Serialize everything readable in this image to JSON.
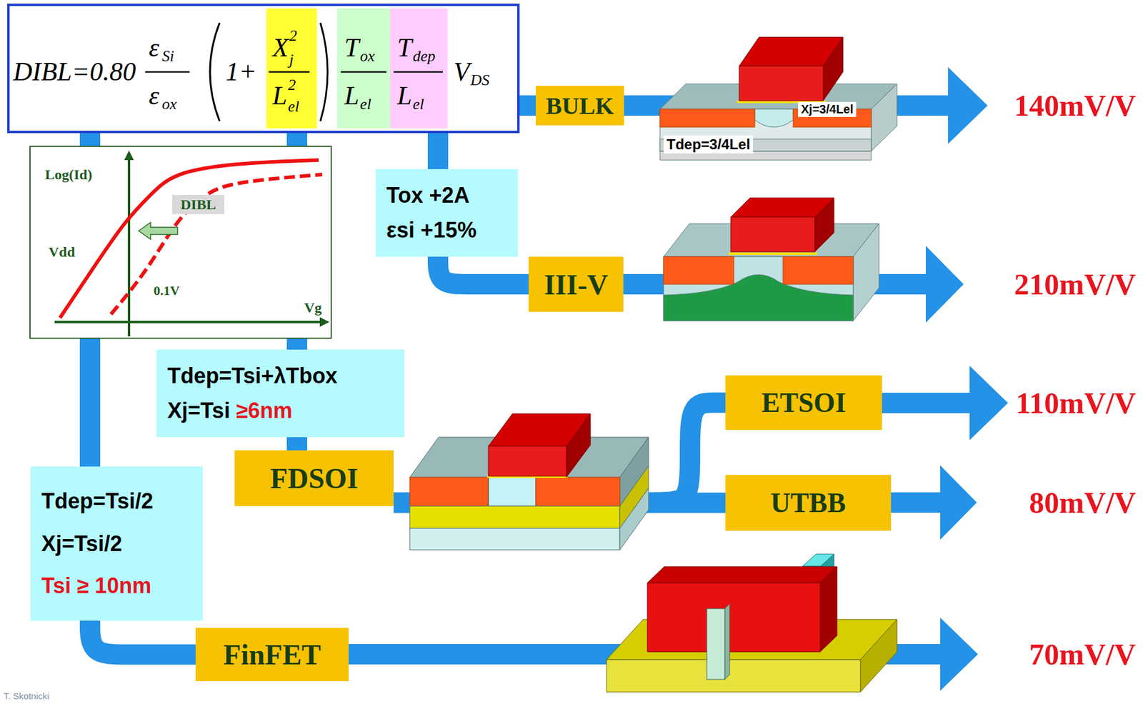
{
  "diagram": {
    "nodes": [
      {
        "text": [
          "DIBL=0.80",
          "ε",
          "Si",
          "ε",
          "ox",
          "1+",
          "X",
          "2",
          "j",
          "L",
          "2",
          "el",
          "T",
          "ox",
          "L",
          "el",
          "T",
          "dep",
          "L",
          "el",
          "V",
          "DS"
        ]
      },
      {
        "text": [
          "BULK"
        ]
      },
      {
        "text": [
          "Tox +2A",
          "εsi +15%"
        ]
      },
      {
        "text": [
          "III-V"
        ]
      },
      {
        "text": [
          "Log(Id)",
          "DIBL",
          "Vdd",
          "0.1V",
          "Vg"
        ]
      },
      {
        "text": [
          "Tdep=Tsi+λTbox",
          "Xj=Tsi",
          "≥6nm"
        ]
      },
      {
        "text": [
          "FDSOI"
        ]
      },
      {
        "text": [
          "ETSOI"
        ]
      },
      {
        "text": [
          "UTBB"
        ]
      },
      {
        "text": [
          "Tdep=Tsi/2",
          "Xj=Tsi/2",
          "Tsi ≥ 10nm"
        ]
      },
      {
        "text": [
          "FinFET"
        ]
      }
    ],
    "edges": [
      {
        "from": 0,
        "to": 1,
        "arrow": "none"
      },
      {
        "from": 0,
        "to": 2,
        "arrow": "none"
      },
      {
        "from": 2,
        "to": 3,
        "arrow": "none"
      },
      {
        "from": 0,
        "to": 4,
        "arrow": "none"
      },
      {
        "from": 0,
        "to": 4,
        "arrow": "none"
      },
      {
        "from": 4,
        "to": 5,
        "arrow": "none"
      },
      {
        "from": 5,
        "to": 6,
        "arrow": "none"
      },
      {
        "from": 6,
        "to": 8,
        "arrow": "none"
      },
      {
        "from": 6,
        "to": 7,
        "arrow": "none"
      },
      {
        "from": 4,
        "to": 9,
        "arrow": "none"
      },
      {
        "from": 9,
        "to": 10,
        "arrow": "none"
      }
    ],
    "labels": [
      "Xj=3/4Lel",
      "Tdep=3/4Lel",
      "140mV/V",
      "210mV/V",
      "110mV/V",
      "80mV/V",
      "70mV/V",
      "T. Skotnicki"
    ]
  }
}
